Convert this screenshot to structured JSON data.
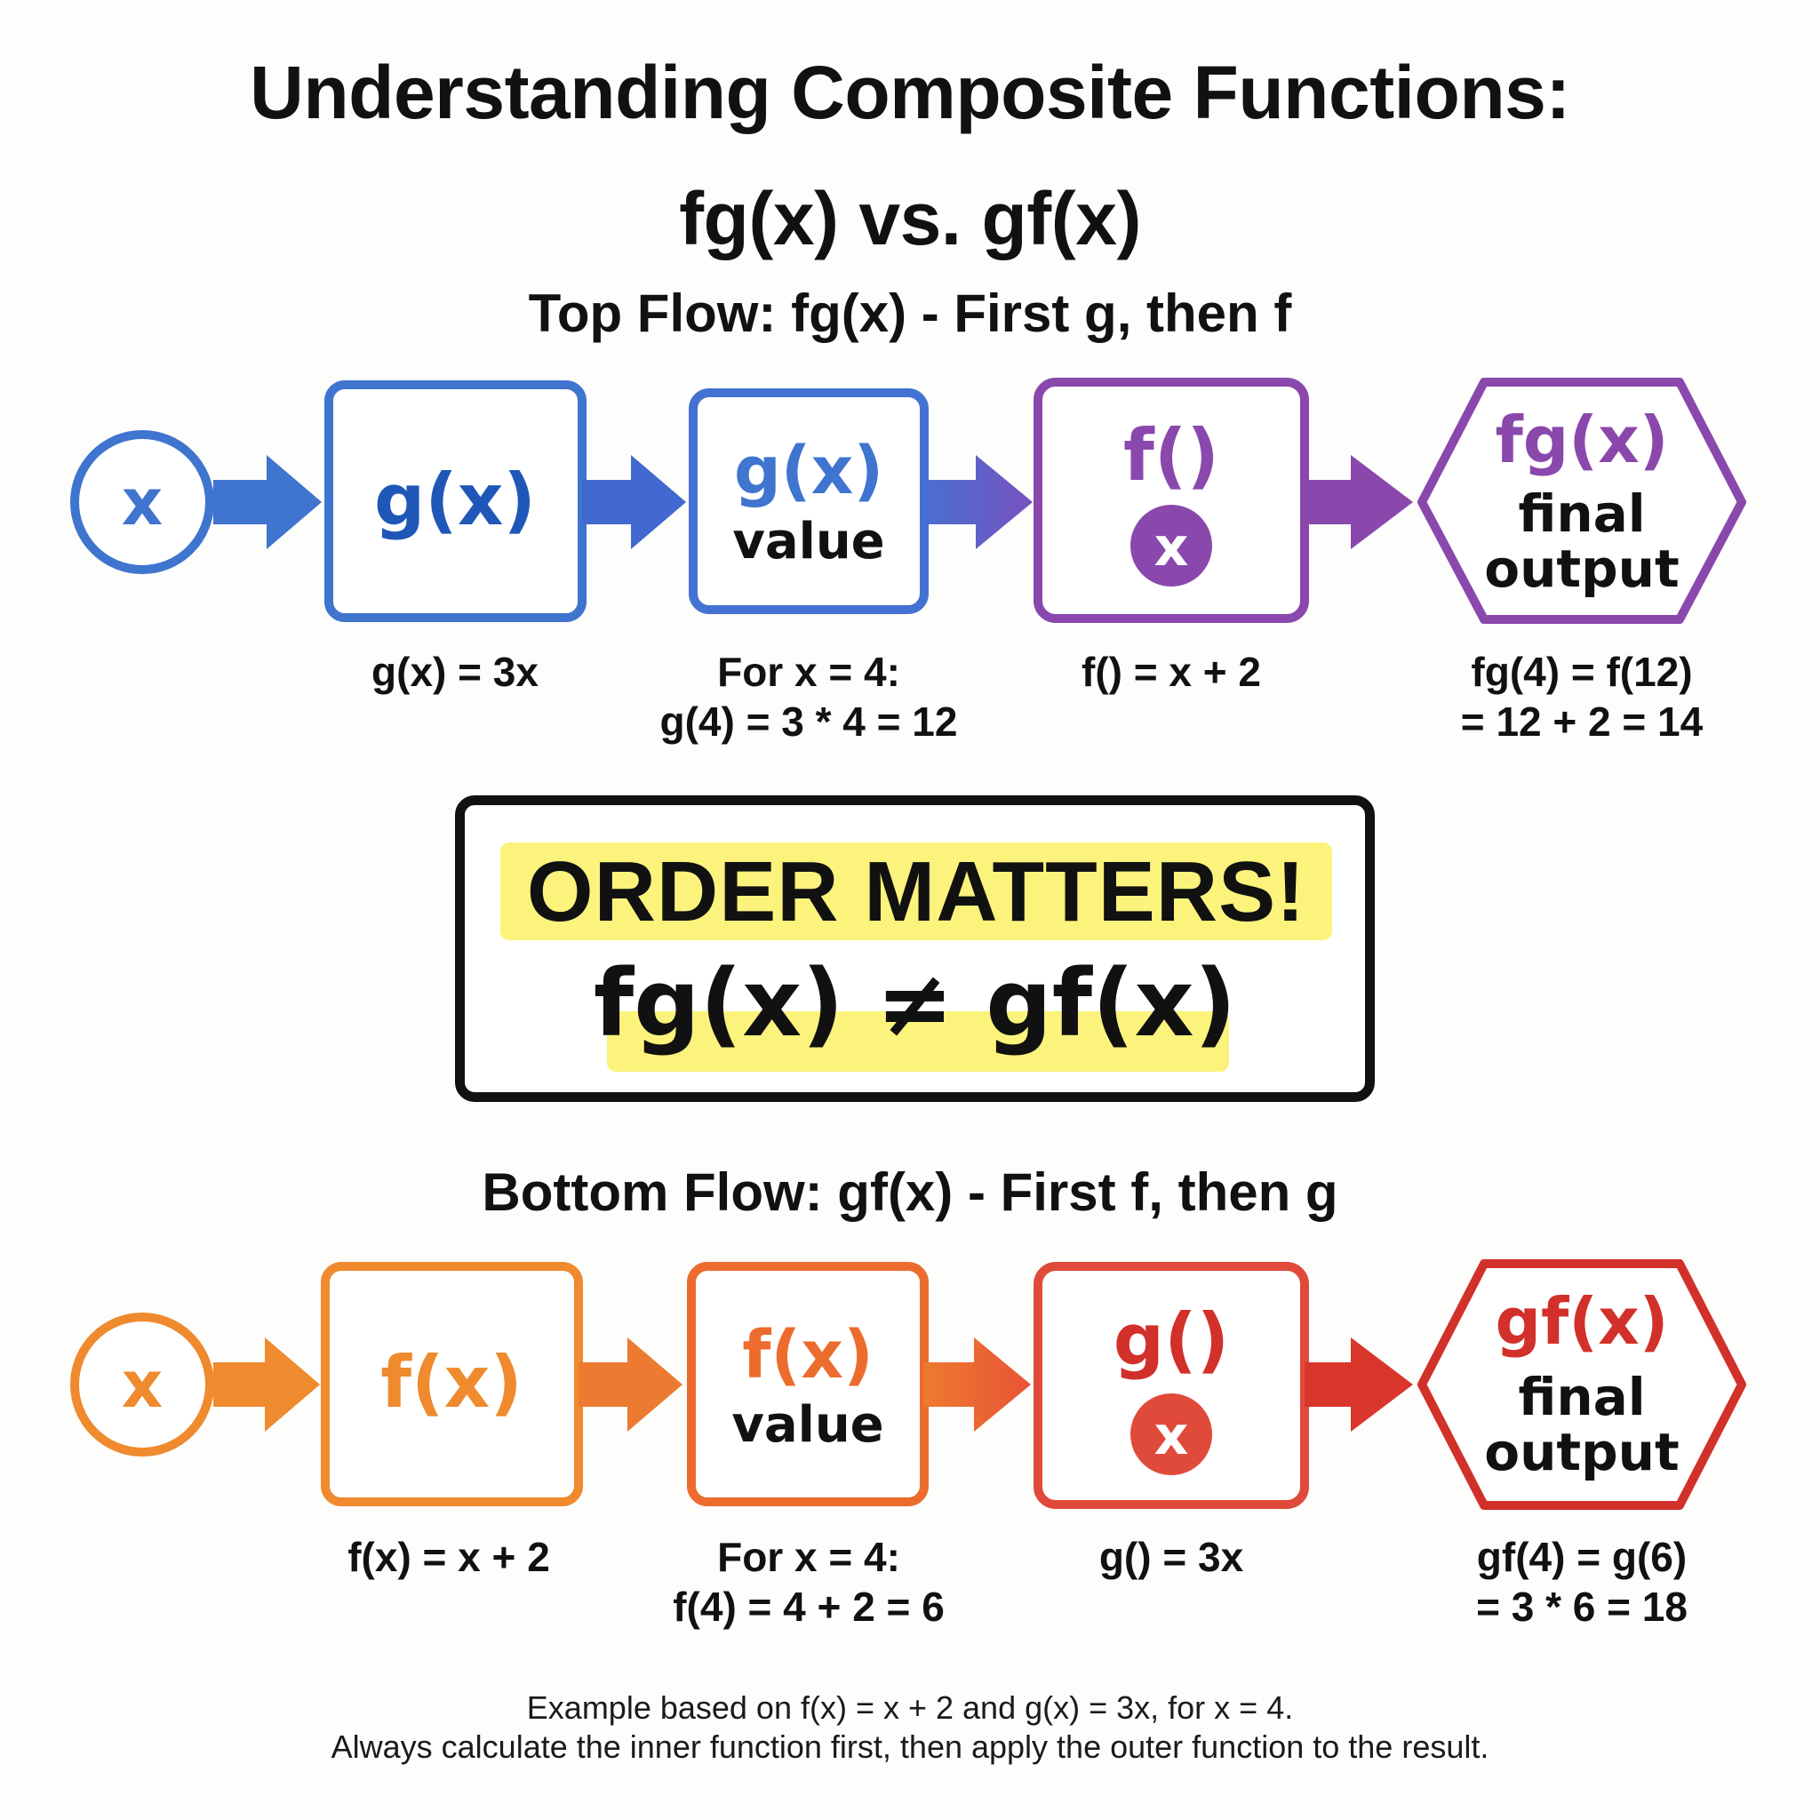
{
  "title": {
    "line1": "Understanding Composite Functions:",
    "line2": "fg(x) vs. gf(x)"
  },
  "colors": {
    "blue": "#3f74cf",
    "blue_dark": "#1f57b8",
    "indigo": "#5b5ccc",
    "purple": "#8a48ad",
    "orange": "#ef8a2e",
    "orange_red": "#ec6c2e",
    "red": "#e04a3a",
    "red_dark": "#d2302a",
    "highlight_yellow": "#fbf37c",
    "text": "#111111"
  },
  "top_flow": {
    "heading": "Top Flow: fg(x) - First g, then f",
    "input": {
      "label": "x"
    },
    "step1": {
      "label": "g(x)",
      "caption": "g(x) = 3x"
    },
    "step2": {
      "label": "g(x)",
      "sublabel": "value",
      "caption_line1": "For x = 4:",
      "caption_line2": "g(4) = 3 * 4 = 12"
    },
    "step3": {
      "label": "f()",
      "inner": "x",
      "caption": "f() = x + 2"
    },
    "output": {
      "label": "fg(x)",
      "sublabel_line1": "final",
      "sublabel_line2": "output",
      "caption_line1": "fg(4) = f(12)",
      "caption_line2": "= 12 + 2 = 14"
    }
  },
  "callout": {
    "title": "ORDER MATTERS!",
    "equation": "fg(x) ≠ gf(x)"
  },
  "bottom_flow": {
    "heading": "Bottom Flow: gf(x) - First f, then g",
    "input": {
      "label": "x"
    },
    "step1": {
      "label": "f(x)",
      "caption": "f(x) = x + 2"
    },
    "step2": {
      "label": "f(x)",
      "sublabel": "value",
      "caption_line1": "For x = 4:",
      "caption_line2": "f(4) = 4 + 2 = 6"
    },
    "step3": {
      "label": "g()",
      "inner": "x",
      "caption": "g() = 3x"
    },
    "output": {
      "label": "gf(x)",
      "sublabel_line1": "final",
      "sublabel_line2": "output",
      "caption_line1": "gf(4) = g(6)",
      "caption_line2": "= 3 * 6 = 18"
    }
  },
  "footnote": {
    "line1": "Example based on f(x) = x + 2 and g(x) = 3x, for x = 4.",
    "line2": "Always calculate the inner function first, then apply the outer function to the result."
  }
}
